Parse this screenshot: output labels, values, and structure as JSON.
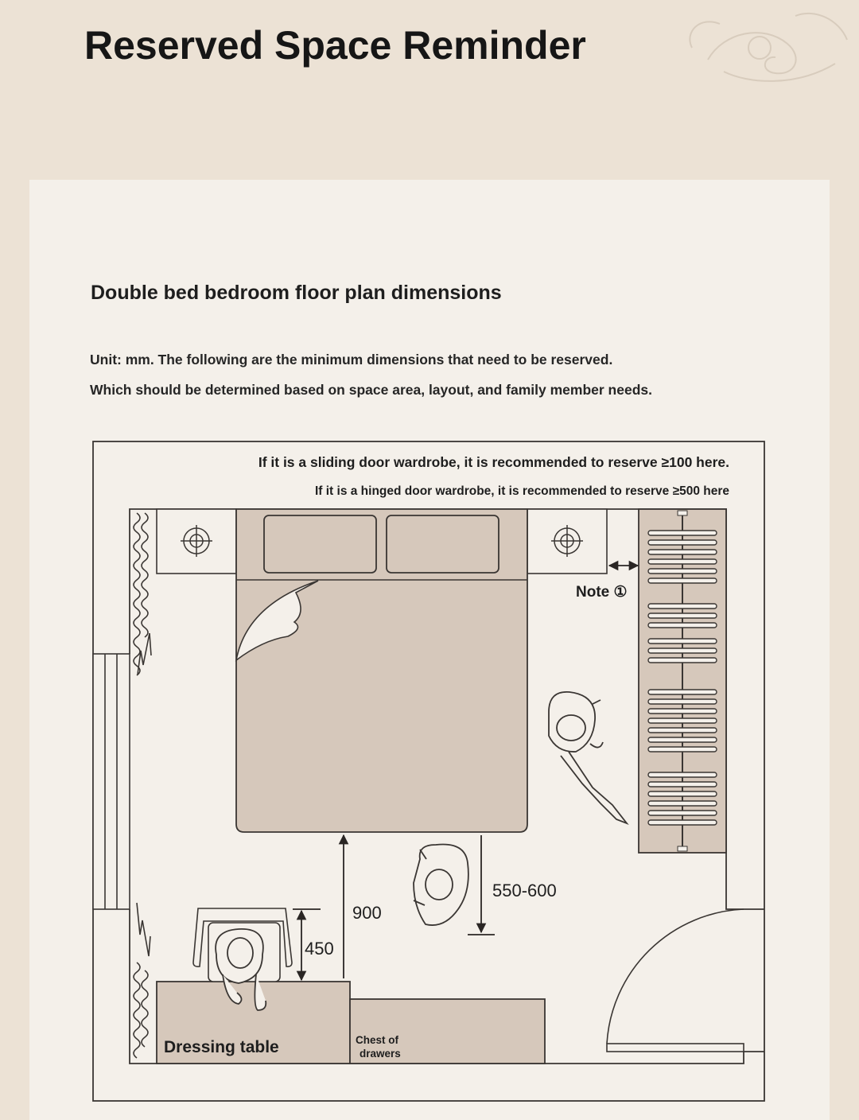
{
  "title": "Reserved Space Reminder",
  "section": {
    "title": "Double bed bedroom floor plan dimensions",
    "description_line1": "Unit: mm. The following are the minimum dimensions that need to be reserved.",
    "description_line2": "Which should be determined based on space area, layout, and family member needs."
  },
  "plan": {
    "notes": {
      "sliding": "If it is a sliding door wardrobe, it is recommended to reserve ≥100 here.",
      "hinged": "If it is a hinged door wardrobe, it is recommended to reserve ≥500 here",
      "marker": "Note ①"
    },
    "dimensions": {
      "bed_to_dresser": "900",
      "walkway": "550-600",
      "chair_space": "450"
    },
    "furniture": {
      "dressing_table": "Dressing table",
      "chest_line1": "Chest of",
      "chest_line2": "drawers"
    },
    "colors": {
      "furniture_fill": "#d6c8bb",
      "line": "#3a3633",
      "card": "#f4f0ea",
      "background": "#ece2d5"
    }
  }
}
